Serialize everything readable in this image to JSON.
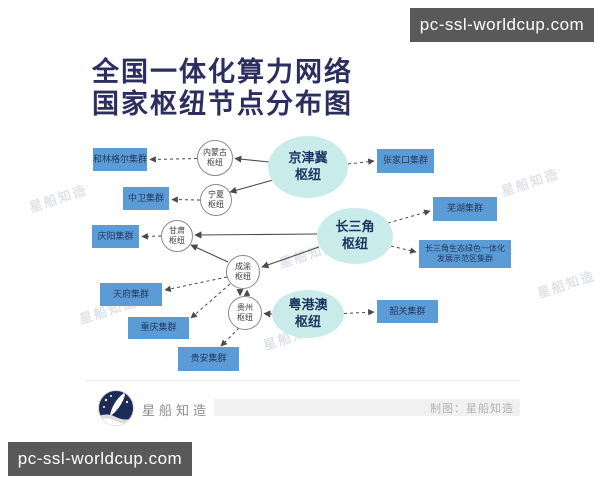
{
  "watermark": {
    "text": "pc-ssl-worldcup.com"
  },
  "title": {
    "line1": "全国一体化算力网络",
    "line2": "国家枢纽节点分布图"
  },
  "diagram": {
    "hubs": [
      {
        "label": "京津冀\n枢纽"
      },
      {
        "label": "长三角\n枢纽"
      },
      {
        "label": "粤港澳\n枢纽"
      }
    ],
    "subhubs": [
      {
        "label": "内蒙古\n枢纽"
      },
      {
        "label": "宁夏\n枢纽"
      },
      {
        "label": "甘肃\n枢纽"
      },
      {
        "label": "成渝\n枢纽"
      },
      {
        "label": "贵州\n枢纽"
      }
    ],
    "clusters": [
      {
        "label": "和林格尔集群"
      },
      {
        "label": "中卫集群"
      },
      {
        "label": "张家口集群"
      },
      {
        "label": "芜湖集群"
      },
      {
        "label": "长三角生态绿色一体化\n发展示范区集群"
      },
      {
        "label": "韶关集群"
      },
      {
        "label": "庆阳集群"
      },
      {
        "label": "天府集群"
      },
      {
        "label": "重庆集群"
      },
      {
        "label": "贵安集群"
      }
    ]
  },
  "footer": {
    "brand": "星船知造",
    "credit": "制图：星船知造"
  },
  "ghost_watermark": "星船知造",
  "colors": {
    "cluster_blue": "#5b9cd6",
    "hub_teal": "#c9ecea",
    "title_navy": "#2b2e5e",
    "watermark_bg": "#595959"
  }
}
